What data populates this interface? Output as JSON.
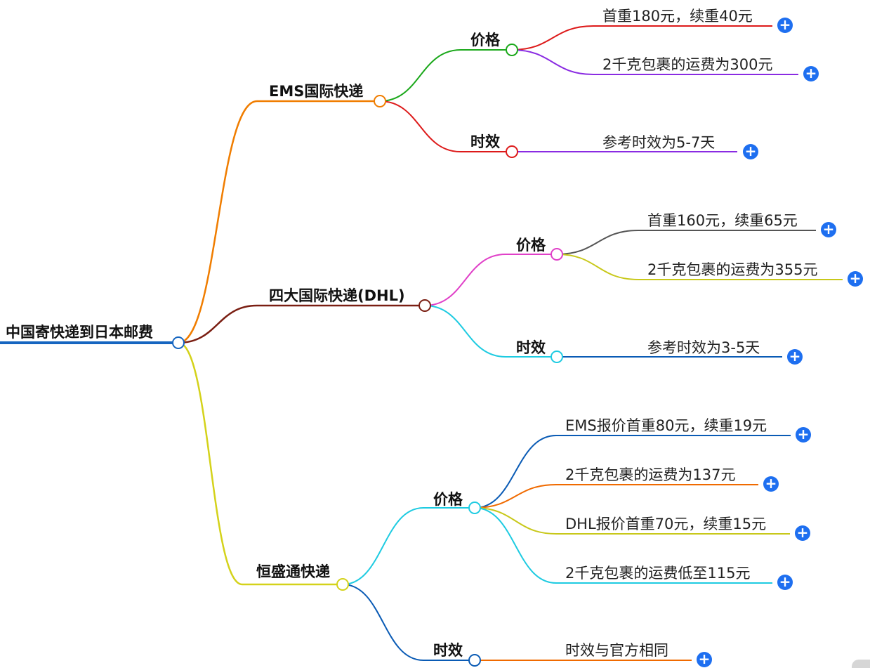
{
  "title": "中国寄快递到日本邮费",
  "branches": [
    {
      "label": "EMS国际快递",
      "children": [
        {
          "label": "价格",
          "leaves": [
            "首重180元，续重40元",
            "2千克包裹的运费为300元"
          ]
        },
        {
          "label": "时效",
          "leaves": [
            "参考时效为5-7天"
          ]
        }
      ]
    },
    {
      "label": "四大国际快递(DHL)",
      "children": [
        {
          "label": "价格",
          "leaves": [
            "首重160元，续重65元",
            "2千克包裹的运费为355元"
          ]
        },
        {
          "label": "时效",
          "leaves": [
            "参考时效为3-5天"
          ]
        }
      ]
    },
    {
      "label": "恒盛通快递",
      "children": [
        {
          "label": "价格",
          "leaves": [
            "EMS报价首重80元，续重19元",
            "2千克包裹的运费为137元",
            "DHL报价首重70元，续重15元",
            "2千克包裹的运费低至115元"
          ]
        },
        {
          "label": "时效",
          "leaves": [
            "时效与官方相同"
          ]
        }
      ]
    }
  ],
  "colors": {
    "root": "#1565c0",
    "branch_ems": "#f07d00",
    "branch_dhl": "#7a1e12",
    "branch_hst": "#d4d21a",
    "green": "#1aa81a",
    "red": "#dd1a1a",
    "purple": "#8a2be2",
    "magenta": "#e040c8",
    "gray": "#555555",
    "olive": "#c8c81a",
    "cyan": "#1ecbe1",
    "blue": "#0a5bb5",
    "orange": "#f06a00",
    "plus": "#1e6ff0"
  },
  "expand_icon": "plus-circle-icon"
}
